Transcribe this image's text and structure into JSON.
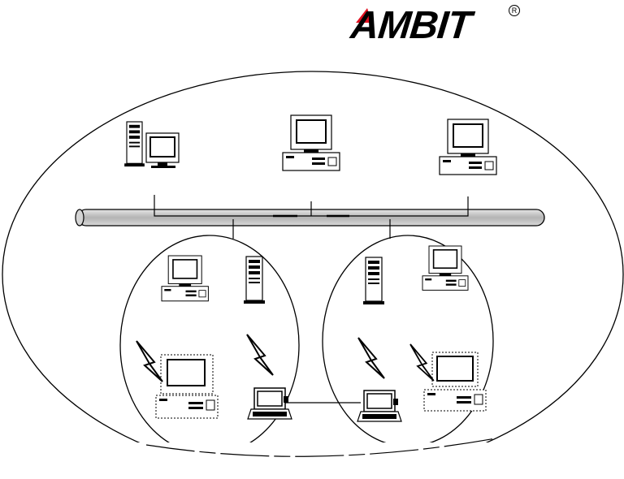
{
  "logo": {
    "brand": "AMBIT",
    "registered": "R",
    "accent_color": "#e01020"
  },
  "diagram": {
    "backbone_color": "#c8c8c8",
    "line_color": "#000000",
    "nodes": [
      "tower-server-with-monitor",
      "desktop-pc",
      "desktop-pc",
      "desktop-pc",
      "tower-server",
      "tower-server",
      "desktop-pc",
      "wireless-desktop-pc",
      "wireless-laptop",
      "wireless-laptop",
      "wireless-desktop-pc"
    ]
  }
}
